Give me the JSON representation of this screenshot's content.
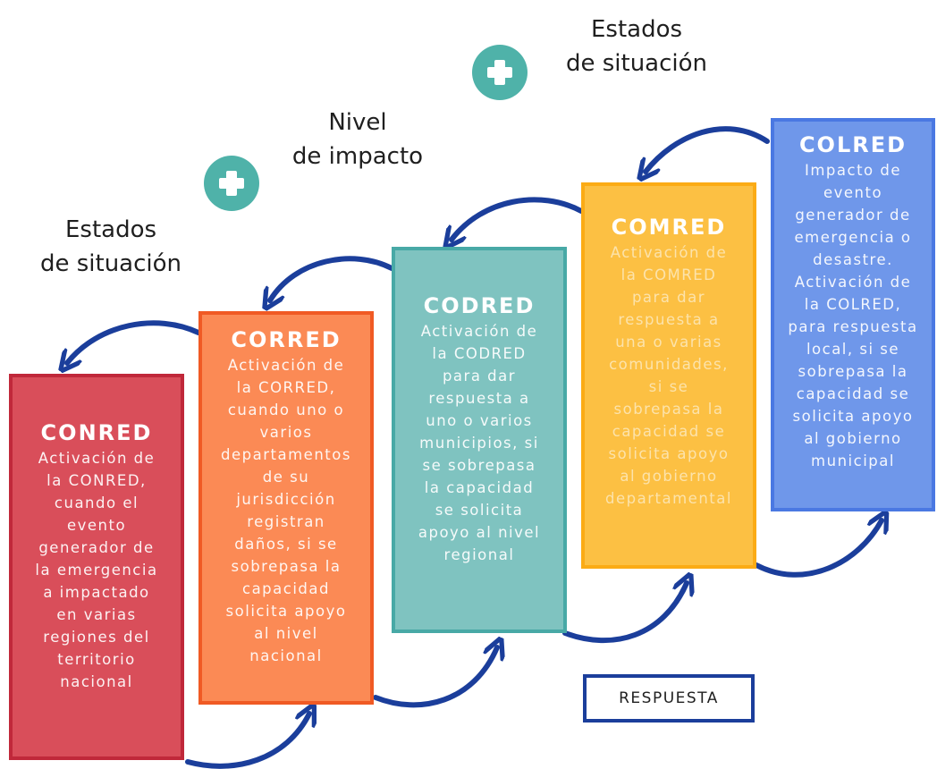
{
  "boxes": [
    {
      "title": "CONRED",
      "text": "Activación de\nla CONRED,\ncuando el\nevento\ngenerador de\nla emergencia\na impactado\nen varias\nregiones del\nterritorio\nnacional",
      "fill": "#d94e5a",
      "border": "#c0283a"
    },
    {
      "title": "CORRED",
      "text": "Activación de\nla CORRED,\ncuando uno o\nvarios\ndepartamentos\nde su\njurisdicción\nregistran\ndaños, si se\nsobrepasa la\ncapacidad\nsolicita apoyo\nal nivel\nnacional",
      "fill": "#fb8a55",
      "border": "#f05a24"
    },
    {
      "title": "CODRED",
      "text": "Activación de\nla CODRED\npara dar\nrespuesta a\nuno o varios\nmunicipios, si\nse sobrepasa\nla capacidad\nse solicita\napoyo al nivel\nregional",
      "fill": "#7fc3c0",
      "border": "#48a9a6"
    },
    {
      "title": "COMRED",
      "text": "Activación de\nla COMRED\npara dar\nrespuesta a\nuna o varias\ncomunidades,\nsi se\nsobrepasa la\ncapacidad se\nsolicita apoyo\nal gobierno\ndepartamental",
      "fill": "#fcc043",
      "border": "#fbab15"
    },
    {
      "title": "COLRED",
      "text": "Impacto de\nevento\ngenerador de\nemergencia o\ndesastre.\nActivación de\nla COLRED,\npara respuesta\nlocal, si se\nsobrepasa la\ncapacidad se\nsolicita apoyo\nal gobierno\nmunicipal",
      "fill": "#6f97ea",
      "border": "#4a78e2"
    }
  ],
  "labels": {
    "estados_1": "Estados\nde situación",
    "nivel_impacto": "Nivel\nde impacto",
    "estados_2": "Estados\nde situación"
  },
  "respuesta_label": "RESPUESTA",
  "colors": {
    "arrow": "#1b3e9b",
    "plus_circle": "#4fb2a9"
  },
  "icons": {
    "plus": "plus-icon",
    "arrow": "curved-arrow-icon"
  }
}
